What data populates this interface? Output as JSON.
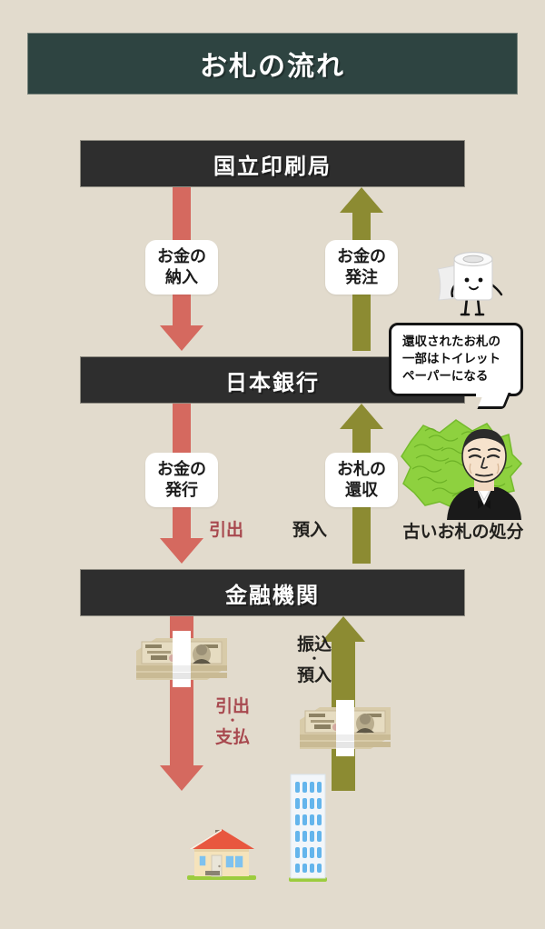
{
  "page": {
    "title": "お札の流れ",
    "background_color": "#e2dbcd",
    "title_banner_color": "#2e4441",
    "stage_box_color": "#2e2e2e",
    "red_arrow_color": "#d5695f",
    "green_arrow_color": "#8c8b32"
  },
  "stages": [
    {
      "id": "national-printing-bureau",
      "label": "国立印刷局"
    },
    {
      "id": "bank-of-japan",
      "label": "日本銀行"
    },
    {
      "id": "financial-institution",
      "label": "金融機関"
    }
  ],
  "flows": [
    {
      "id": "payment-to-printing-bureau",
      "direction": "down",
      "color": "red",
      "label_line1": "お金の",
      "label_line2": "納入"
    },
    {
      "id": "order-to-printing-bureau",
      "direction": "up",
      "color": "green",
      "label_line1": "お金の",
      "label_line2": "発注"
    },
    {
      "id": "issue-money",
      "direction": "down",
      "color": "red",
      "label_line1": "お金の",
      "label_line2": "発行"
    },
    {
      "id": "return-notes",
      "direction": "up",
      "color": "green",
      "label_line1": "お札の",
      "label_line2": "還収"
    }
  ],
  "captions": {
    "withdraw_from_boj": "引出",
    "deposit_to_boj": "預入",
    "disposal": "古いお札の処分",
    "withdraw_pay_line1": "引出",
    "withdraw_pay_dot": "・",
    "withdraw_pay_line2": "支払",
    "transfer_deposit_line1": "振込",
    "transfer_deposit_dot": "・",
    "transfer_deposit_line2": "預入"
  },
  "speech_bubble": {
    "line1": "還収されたお札の",
    "line2": "一部はトイレット",
    "line3": "ペーパーになる"
  },
  "icons": {
    "toilet_paper_mascot": "toilet-paper-mascot-icon",
    "shredded_money": "shredded-money-icon",
    "portrait": "banknote-portrait-icon",
    "money_bundle": "money-bundle-icon",
    "house": "house-icon",
    "office_tower": "office-building-icon"
  }
}
